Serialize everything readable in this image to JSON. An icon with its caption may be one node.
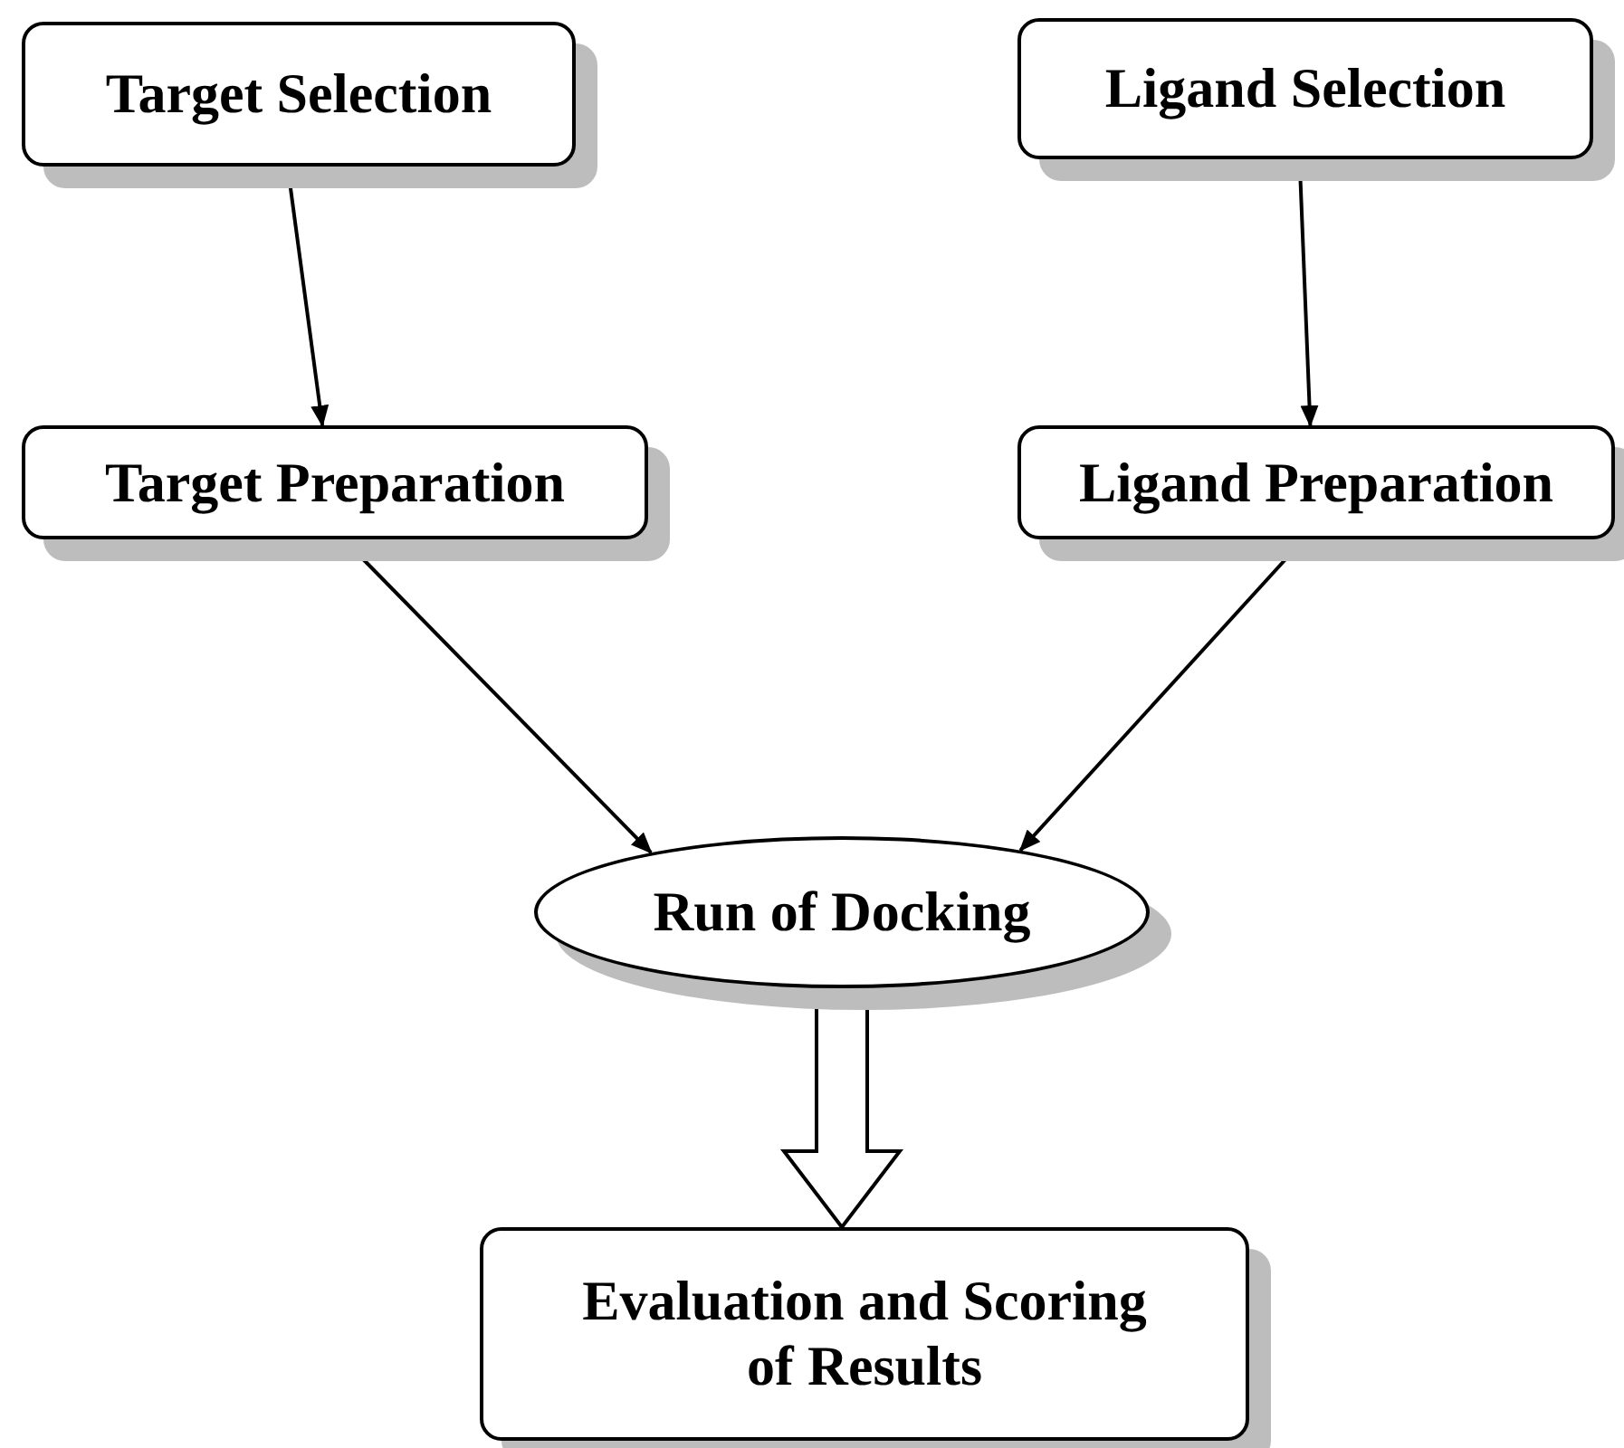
{
  "diagram": {
    "nodes": [
      {
        "text": [
          "Target Selection"
        ]
      },
      {
        "text": [
          "Ligand Selection"
        ]
      },
      {
        "text": [
          "Target Preparation"
        ]
      },
      {
        "text": [
          "Ligand Preparation"
        ]
      },
      {
        "text": [
          "Run of Docking"
        ]
      },
      {
        "text": [
          "Evaluation and Scoring of Results"
        ]
      }
    ],
    "edges": [
      {
        "from": 0,
        "to": 2,
        "arrow": "to"
      },
      {
        "from": 1,
        "to": 3,
        "arrow": "to"
      },
      {
        "from": 2,
        "to": 4,
        "arrow": "to"
      },
      {
        "from": 3,
        "to": 4,
        "arrow": "to"
      },
      {
        "from": 4,
        "to": 5,
        "arrow": "to",
        "style": "thick"
      }
    ]
  }
}
